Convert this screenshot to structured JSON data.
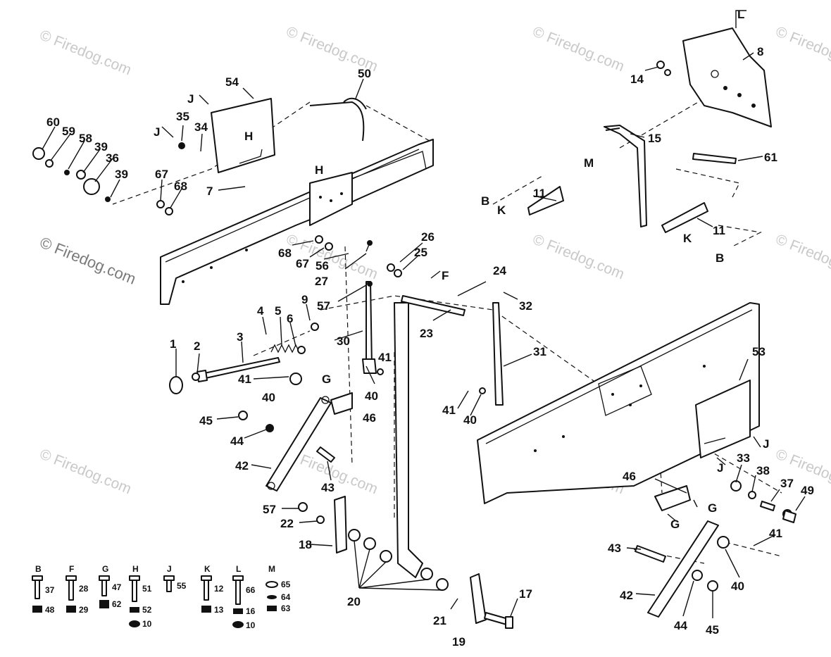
{
  "watermark_text": "© Firedog.com",
  "page_number": "19",
  "callouts": [
    "1",
    "2",
    "3",
    "4",
    "5",
    "6",
    "9",
    "30",
    "41",
    "40",
    "45",
    "44",
    "42",
    "43",
    "46",
    "57",
    "22",
    "18",
    "20",
    "21",
    "17",
    "26",
    "25",
    "24",
    "23",
    "32",
    "31",
    "40b",
    "41b",
    "41c",
    "40c",
    "53",
    "33",
    "38",
    "37",
    "49",
    "46b",
    "43b",
    "42b",
    "44b",
    "45b",
    "41d",
    "40d",
    "54",
    "50",
    "35",
    "34",
    "60",
    "59",
    "58",
    "39",
    "36",
    "39b",
    "67",
    "68",
    "7",
    "68b",
    "67b",
    "56",
    "27",
    "14",
    "8",
    "15",
    "61",
    "11",
    "11b"
  ],
  "labels": {
    "n1": "1",
    "n2": "2",
    "n3": "3",
    "n4": "4",
    "n5": "5",
    "n6": "6",
    "n9": "9",
    "n30": "30",
    "n41a": "41",
    "n40a": "40",
    "n41b": "41",
    "n40b": "40",
    "n41c": "41",
    "n40c": "40",
    "n41d": "41",
    "n40d": "40",
    "n45a": "45",
    "n44a": "44",
    "n42a": "42",
    "n43a": "43",
    "n46a": "46",
    "n57a": "57",
    "n57b": "57",
    "n22": "22",
    "n18": "18",
    "n20": "20",
    "n21": "21",
    "n17": "17",
    "n26": "26",
    "n25": "25",
    "n24": "24",
    "n23": "23",
    "n32": "32",
    "n31": "31",
    "n53": "53",
    "n33": "33",
    "n38": "38",
    "n37": "37",
    "n49": "49",
    "n46b": "46",
    "n43b": "43",
    "n42b": "42",
    "n44b": "44",
    "n45b": "45",
    "n54": "54",
    "n50": "50",
    "n35": "35",
    "n34": "34",
    "n60": "60",
    "n59": "59",
    "n58": "58",
    "n39a": "39",
    "n36": "36",
    "n39b": "39",
    "n67a": "67",
    "n68a": "68",
    "n7": "7",
    "n68b": "68",
    "n67b": "67",
    "n56": "56",
    "n27": "27",
    "n14": "14",
    "n8": "8",
    "n15": "15",
    "n61": "61",
    "n11a": "11",
    "n11b": "11"
  },
  "letters": {
    "J1": "J",
    "J2": "J",
    "J3": "J",
    "J4": "J",
    "H1": "H",
    "H2": "H",
    "F": "F",
    "G1": "G",
    "G2": "G",
    "G3": "G",
    "L": "L",
    "M": "M",
    "B1": "B",
    "B2": "B",
    "K1": "K",
    "K2": "K"
  },
  "hardware_legend": [
    {
      "letter": "B",
      "upper": "37",
      "lower": "48"
    },
    {
      "letter": "F",
      "upper": "28",
      "lower": "29"
    },
    {
      "letter": "G",
      "upper": "47",
      "lower": "62"
    },
    {
      "letter": "H",
      "upper": "51",
      "lower": "52",
      "lower2": "10"
    },
    {
      "letter": "J",
      "upper": "55",
      "lower": ""
    },
    {
      "letter": "K",
      "upper": "12",
      "lower": "13"
    },
    {
      "letter": "L",
      "upper": "66",
      "lower": "16",
      "lower2": "10"
    },
    {
      "letter": "M",
      "upper": "65",
      "lower": "64",
      "lower2": "63"
    }
  ]
}
